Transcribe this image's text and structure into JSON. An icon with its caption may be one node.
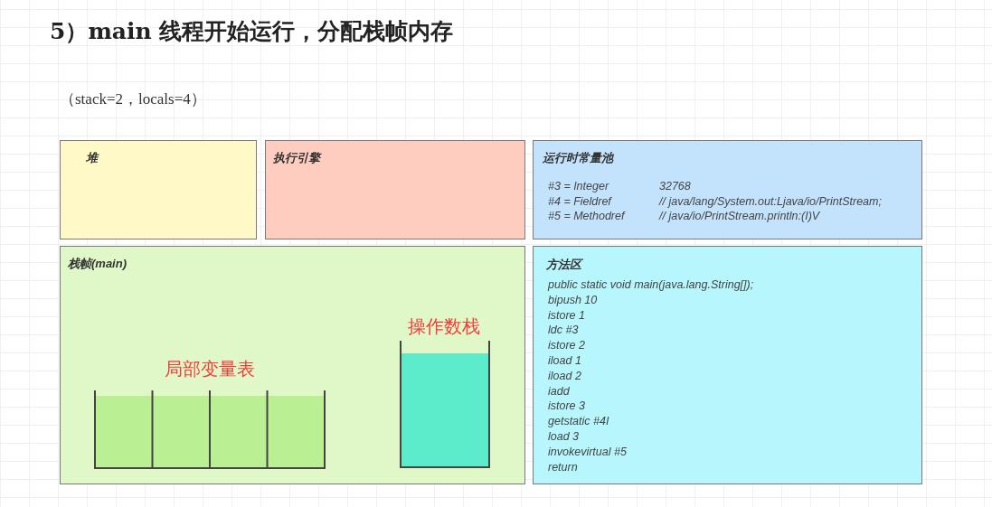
{
  "diagram": {
    "title": "5）main 线程开始运行，分配栈帧内存",
    "nodes": [
      {
        "text": [
          "堆"
        ]
      },
      {
        "text": [
          "执行引擎"
        ]
      },
      {
        "text": [
          "运行时常量池",
          "#3 = Integer",
          "32768",
          "#4 = Fieldref",
          "// java/lang/System.out:Ljava/io/PrintStream;",
          "#5 = Methodref",
          "// java/io/PrintStream.println:(I)V"
        ]
      },
      {
        "text": [
          "栈帧(main)"
        ]
      },
      {
        "text": [
          "局部变量表"
        ],
        "in": 3
      },
      {
        "text": [
          "操作数栈"
        ],
        "in": 3
      },
      {
        "text": [
          "方法区",
          "public static void main(java.lang.String[]);",
          "bipush 10",
          "istore 1",
          "ldc #3",
          "istore 2",
          "iload 1",
          "iload 2",
          "iadd",
          "istore 3",
          "getstatic #4I",
          "load 3",
          "invokevirtual #5",
          "return"
        ]
      }
    ],
    "labels": [
      "（stack=2，locals=4）"
    ]
  }
}
